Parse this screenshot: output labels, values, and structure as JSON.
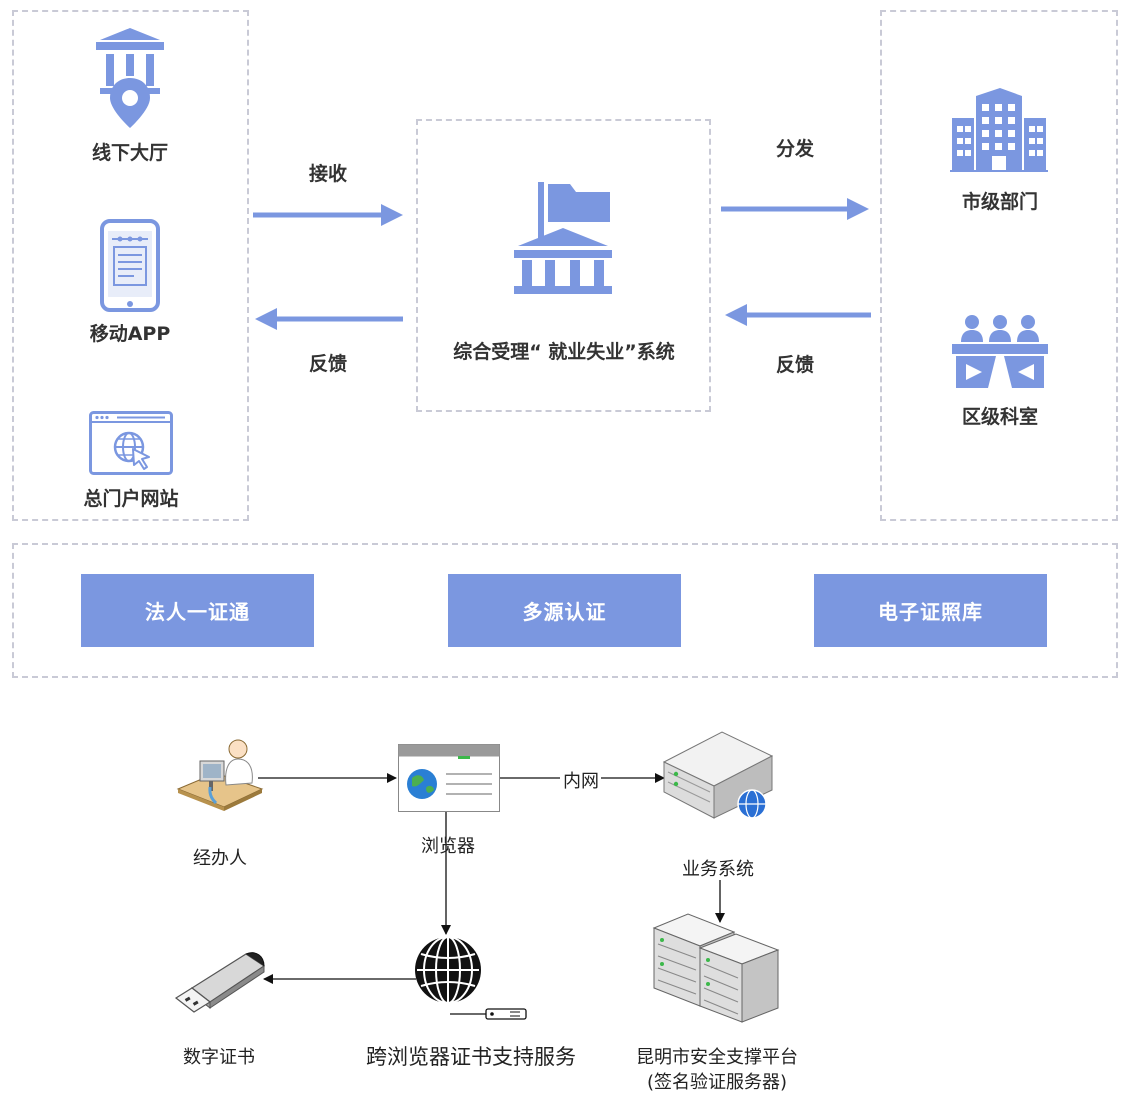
{
  "top": {
    "channels": {
      "hall": "线下大厅",
      "mobile_app": "移动APP",
      "portal": "总门户网站"
    },
    "center_system": "综合受理“ 就业失业”系统",
    "arrows": {
      "receive": "接收",
      "feedback_left": "反馈",
      "distribute": "分发",
      "feedback_right": "反馈"
    },
    "departments": {
      "city": "市级部门",
      "district": "区级科室"
    },
    "services": [
      "法人一证通",
      "多源认证",
      "电子证照库"
    ],
    "accent_color": "#7b97e0"
  },
  "bottom": {
    "operator": "经办人",
    "browser": "浏览器",
    "intranet": "内网",
    "business_system": "业务系统",
    "digital_certificate": "数字证书",
    "cross_browser_service": "跨浏览器证书支持服务",
    "platform_line1": "昆明市安全支撑平台",
    "platform_line2": "(签名验证服务器)"
  }
}
